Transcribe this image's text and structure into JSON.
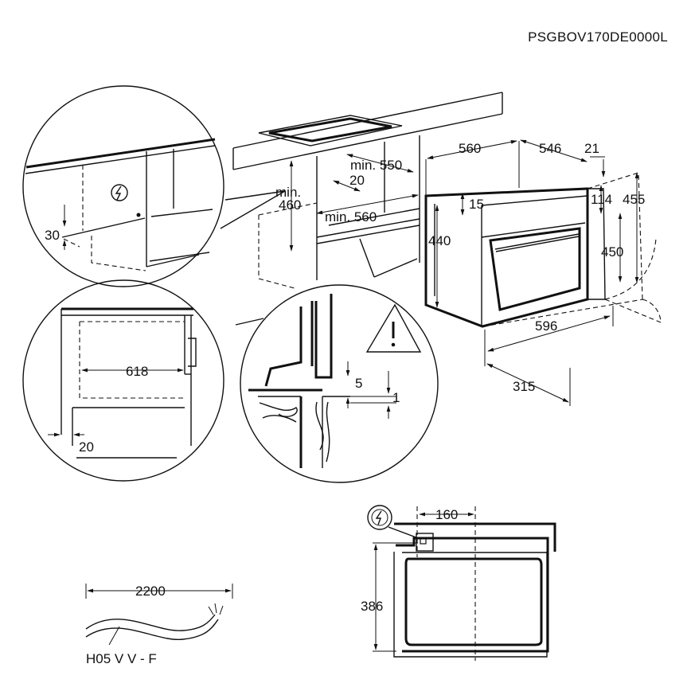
{
  "document_code": "PSGBOV170DE0000L",
  "dimensions": {
    "oven_depth": "560",
    "oven_body_depth": "546",
    "front_thickness": "21",
    "oven_height": "455",
    "oven_inner_height": "450",
    "top_offset": "114",
    "vent_gap": "15",
    "cutout_height": "440",
    "oven_width": "596",
    "front_depth": "315",
    "niche_min_depth": "min. 550",
    "niche_min_height": "min.\n460",
    "niche_min_height_line1": "min.",
    "niche_min_height_line2": "460",
    "niche_min_width": "min. 560",
    "niche_gap": "20",
    "socket_height": "30",
    "interior_width": "618",
    "side_gap": "20",
    "alignment_gap": "5",
    "alignment_offset": "1",
    "socket_offset": "160",
    "socket_drop": "386",
    "cable_length": "2200"
  },
  "cable_type": "H05 V V - F",
  "icons": {
    "power": "power-socket-icon",
    "warning": "warning-triangle-icon"
  }
}
